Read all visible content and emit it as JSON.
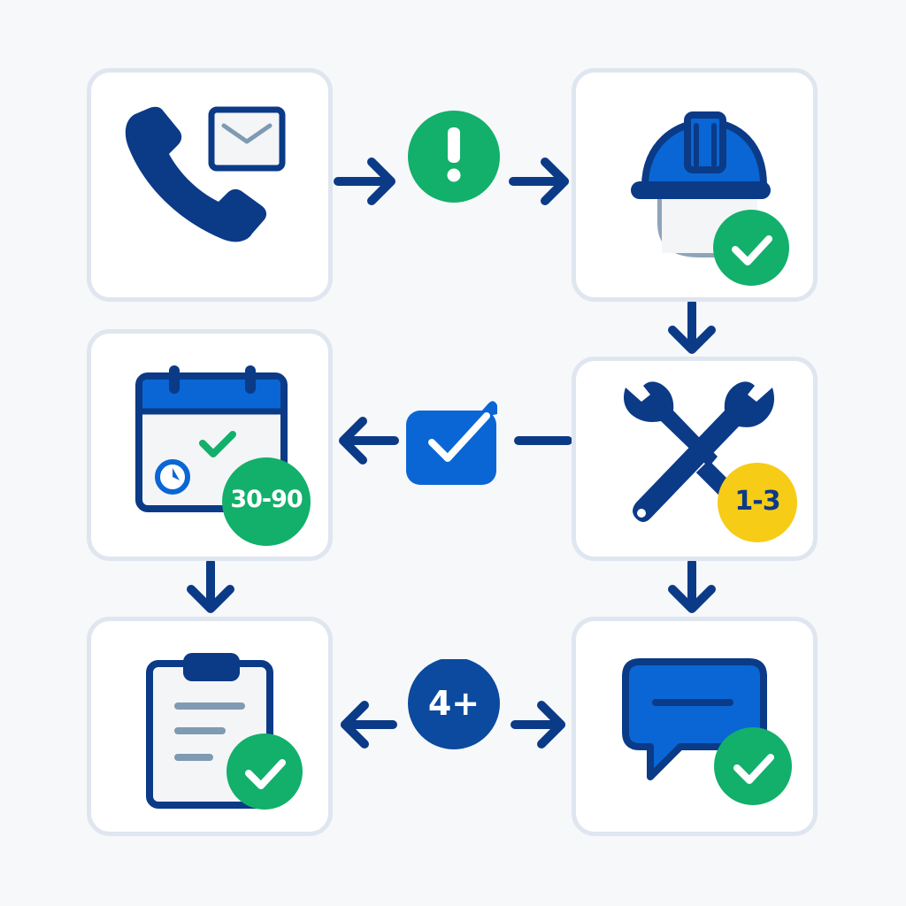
{
  "diagram": {
    "type": "process-flow",
    "colors": {
      "navy": "#0b3a87",
      "blue": "#0a66d4",
      "green": "#12b06b",
      "yellow": "#f6cc17",
      "slate": "#7f9ab3",
      "card_border": "#dfe6ef",
      "background": "#f7f8fa"
    },
    "nodes": [
      {
        "id": "contact",
        "icon": "phone-and-envelope-icon",
        "position": "row1-left"
      },
      {
        "id": "technician",
        "icon": "hard-hat-icon",
        "badge": "check",
        "position": "row1-right"
      },
      {
        "id": "repair",
        "icon": "crossed-wrenches-icon",
        "badge": "1-3",
        "badge_color": "yellow",
        "position": "row2-right"
      },
      {
        "id": "schedule",
        "icon": "calendar-clock-icon",
        "badge": "30-90",
        "badge_color": "green",
        "position": "row2-left"
      },
      {
        "id": "report",
        "icon": "clipboard-icon",
        "badge": "check",
        "position": "row3-left"
      },
      {
        "id": "feedback",
        "icon": "chat-bubble-icon",
        "badge": "check",
        "position": "row3-right"
      }
    ],
    "connectors": [
      {
        "from": "contact",
        "to": "technician",
        "midpoint_icon": "alert-icon",
        "direction": "right"
      },
      {
        "from": "technician",
        "to": "repair",
        "direction": "down"
      },
      {
        "from": "repair",
        "to": "schedule",
        "midpoint_icon": "checkbox-icon",
        "direction": "left"
      },
      {
        "from": "repair",
        "to": "feedback",
        "direction": "down"
      },
      {
        "from": "schedule",
        "to": "report",
        "direction": "down"
      },
      {
        "from": "report",
        "to": "feedback",
        "midpoint_label": "4+",
        "direction": "both"
      }
    ]
  },
  "badges": {
    "alert": "!",
    "repair_days": "1-3",
    "schedule_days": "30-90",
    "visits": "4+"
  }
}
